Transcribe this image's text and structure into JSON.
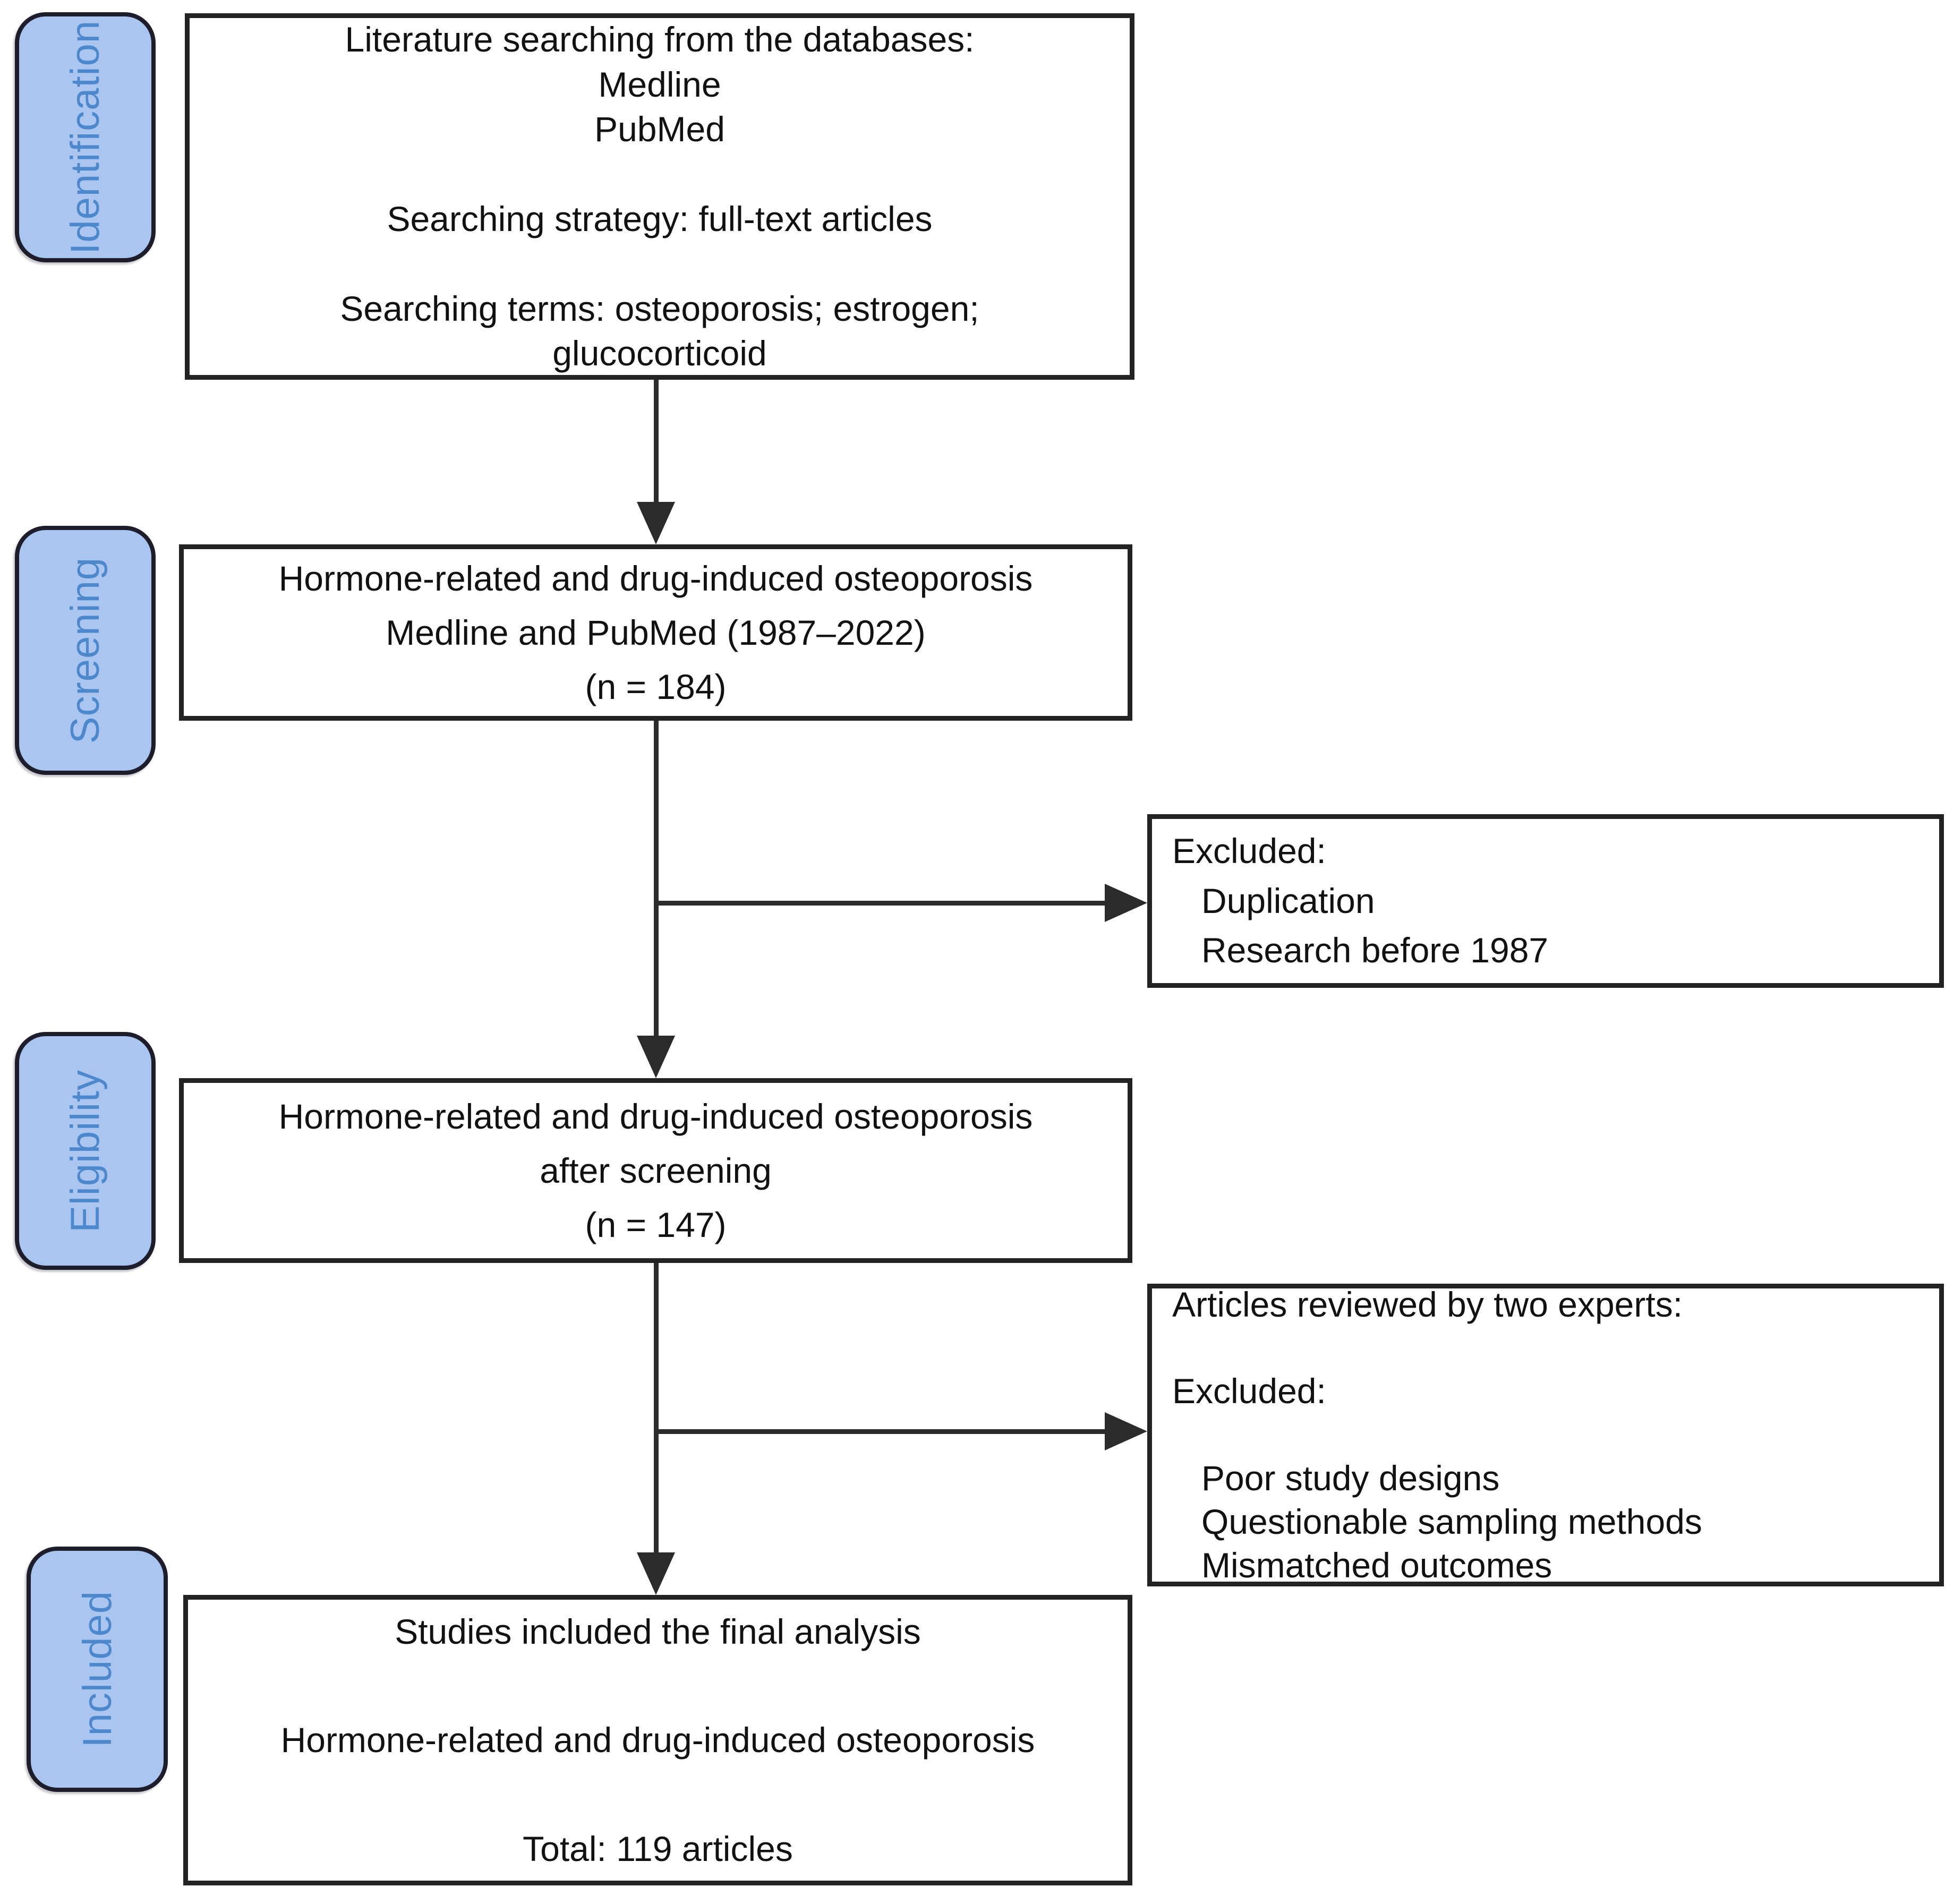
{
  "title": "Literature screening flow diagram",
  "colors": {
    "background": "#ffffff",
    "stage_fill": "#a9c5f0",
    "stage_border": "#1d1d2b",
    "stage_text": "#4d87cc",
    "box_border": "#232323",
    "box_text": "#111111",
    "connector": "#2b2b2b"
  },
  "stages": [
    {
      "id": "identification",
      "label": "Identification"
    },
    {
      "id": "screening",
      "label": "Screening"
    },
    {
      "id": "eligibility",
      "label": "Eligibility"
    },
    {
      "id": "included",
      "label": "Included"
    }
  ],
  "boxes": {
    "literature_search": {
      "text": "Literature searching from the databases:\nMedline\nPubMed\n\nSearching strategy: full-text articles\n\nSearching terms: osteoporosis; estrogen;\nglucocorticoid"
    },
    "screening_result": {
      "text": "Hormone-related and drug-induced osteoporosis\nMedline and PubMed (1987–2022)\n(n = 184)",
      "n": "184"
    },
    "excluded_screening": {
      "text": "Excluded:\n   Duplication\n   Research before 1987"
    },
    "eligibility_result": {
      "text": "Hormone-related and drug-induced osteoporosis\nafter screening\n(n = 147)",
      "n": "147"
    },
    "excluded_eligibility": {
      "text": "Articles reviewed by two experts:\n\nExcluded:\n\n   Poor study designs\n   Questionable sampling methods\n   Mismatched outcomes"
    },
    "included_result": {
      "text": "Studies included the final analysis\n\nHormone-related and drug-induced osteoporosis\n\nTotal: 119 articles",
      "total": "119"
    }
  }
}
